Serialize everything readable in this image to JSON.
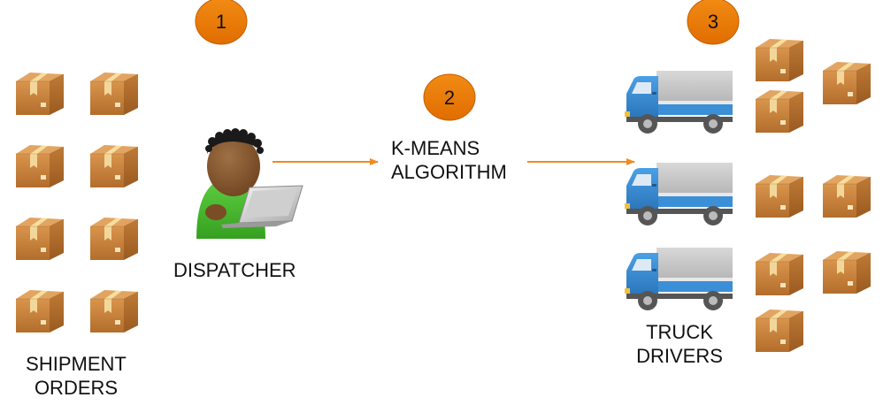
{
  "steps": [
    "1",
    "2",
    "3"
  ],
  "labels": {
    "shipment_orders": [
      "SHIPMENT",
      "ORDERS"
    ],
    "dispatcher": "DISPATCHER",
    "algorithm": [
      "K-MEANS",
      "ALGORITHM"
    ],
    "truck_drivers": [
      "TRUCK",
      "DRIVERS"
    ]
  },
  "colors": {
    "step_badge": "#ee7b06",
    "arrow": "#f08a23",
    "box": "#c8823d",
    "truck_cab": "#3a8fd6",
    "truck_cargo": "#c7c7c7",
    "person_shirt": "#4fc135"
  },
  "icons": [
    "package-icon",
    "dispatcher-person-icon",
    "laptop-icon",
    "delivery-truck-icon",
    "arrow-icon"
  ]
}
